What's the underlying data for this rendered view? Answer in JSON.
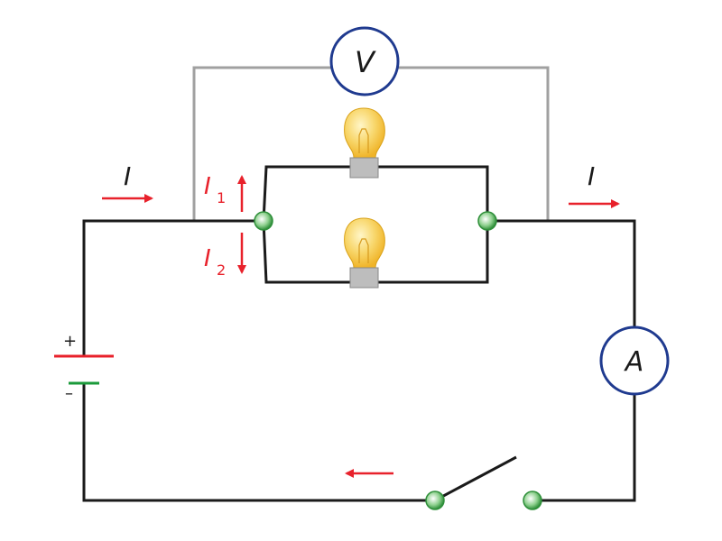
{
  "labels": {
    "current_main_left": "I",
    "current_main_right": "I",
    "current_branch_1": "I",
    "current_branch_1_sub": "1",
    "current_branch_2": "I",
    "current_branch_2_sub": "2",
    "voltmeter": "V",
    "ammeter": "A",
    "battery_plus": "+",
    "battery_minus": "–"
  },
  "colors": {
    "wire": "#1a1a1a",
    "voltmeter_wire": "#a0a0a0",
    "meter_border": "#1f3a8f",
    "current_arrow": "#e8212b",
    "battery_positive": "#e8212b",
    "battery_negative": "#1a9a3a",
    "node": "#3fa34d",
    "bulb_glass": "#f6c94a",
    "bulb_base": "#bdbdbd"
  },
  "icons": [
    "light-bulb-icon",
    "light-bulb-icon",
    "switch-icon",
    "battery-icon"
  ]
}
